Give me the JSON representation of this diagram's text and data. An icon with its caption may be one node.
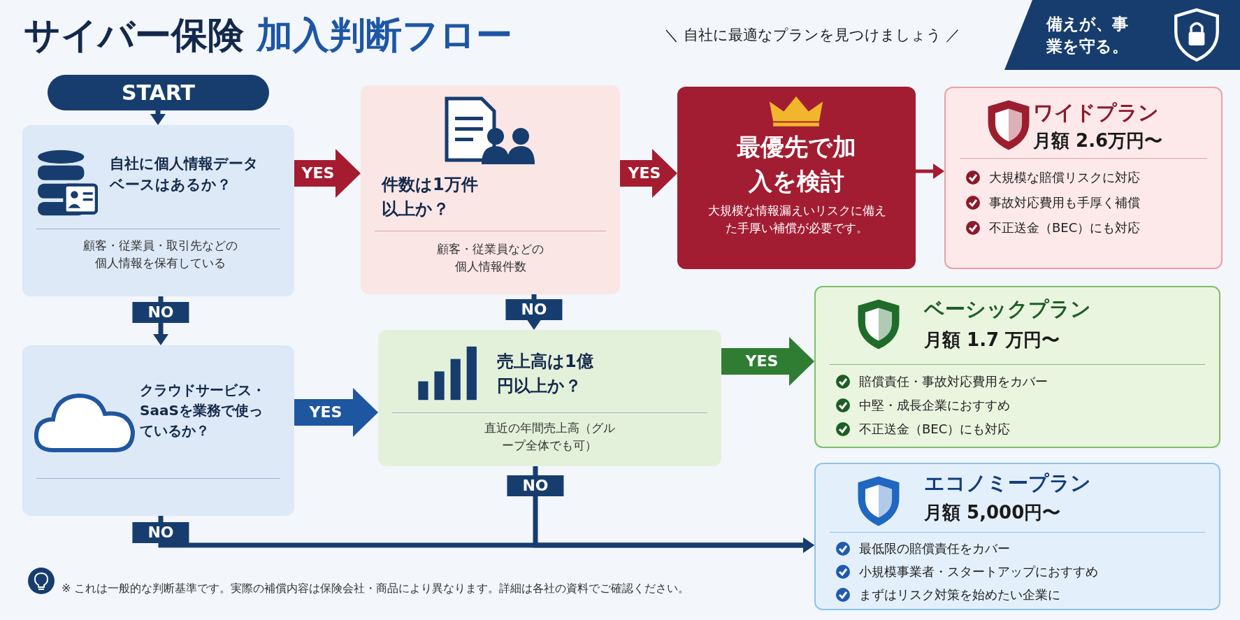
{
  "diagram": {
    "title": "サイバー保険 加入判断フロー",
    "nodes": [
      {
        "text": [
          "備えが、事業を守る。"
        ]
      },
      {
        "text": [
          "START"
        ]
      },
      {
        "text": [
          "自社に個人情報データベースはあるか？",
          "顧客・従業員・取引先などの個人情報を保有している"
        ]
      },
      {
        "text": [
          "件数は1万件以上か？",
          "顧客・従業員などの個人情報件数"
        ]
      },
      {
        "text": [
          "最優先で加入を検討",
          "大規模な情報漏えいリスクに備えた手厚い補償が必要です。"
        ]
      },
      {
        "text": [
          "ワイドプラン",
          "月額 2.6万円〜",
          "大規模な賠償リスクに対応",
          "事故対応費用も手厚く補償",
          "不正送金（BEC）にも対応"
        ]
      },
      {
        "text": [
          "クラウドサービス・SaaSを業務で使っているか？"
        ]
      },
      {
        "text": [
          "売上高は1億円以上か？",
          "直近の年間売上高（グループ全体でも可）"
        ]
      },
      {
        "text": [
          "ベーシックプラン",
          "月額 1.7 万円〜",
          "賠償責任・事故対応費用をカバー",
          "中堅・成長企業におすすめ",
          "不正送金（BEC）にも対応"
        ]
      },
      {
        "text": [
          "エコノミープラン",
          "月額 5,000円〜",
          "最低限の賠償責任をカバー",
          "小規模事業者・スタートアップにおすすめ",
          "まずはリスク対策を始めたい企業に"
        ]
      }
    ],
    "edges": [
      {
        "from": 1,
        "to": 2,
        "arrow": "to"
      },
      {
        "from": 2,
        "to": 3,
        "arrow": "to",
        "label": "YES",
        "style": "thick",
        "color": "#a51c30"
      },
      {
        "from": 3,
        "to": 4,
        "arrow": "to",
        "label": "YES",
        "style": "thick",
        "color": "#a51c30"
      },
      {
        "from": 4,
        "to": 5,
        "arrow": "to",
        "color": "#a51c30"
      },
      {
        "from": 2,
        "to": 6,
        "arrow": "to",
        "label": "NO"
      },
      {
        "from": 3,
        "to": 7,
        "arrow": "to",
        "label": "NO"
      },
      {
        "from": 6,
        "to": 7,
        "arrow": "to",
        "label": "YES",
        "style": "thick",
        "color": "#1f56a0"
      },
      {
        "from": 7,
        "to": 8,
        "arrow": "to",
        "label": "YES",
        "style": "thick",
        "color": "#2e7d32"
      },
      {
        "from": 6,
        "to": 9,
        "arrow": "to",
        "label": "NO"
      },
      {
        "from": 7,
        "to": 9,
        "arrow": "to",
        "label": "NO"
      }
    ],
    "labels": [
      "＼ 自社に最適なプランを見つけましょう ／",
      "※ これは一般的な判断基準です。実際の補償内容は保険会社・商品により異なります。詳細は各社の資料でご確認ください。"
    ]
  }
}
